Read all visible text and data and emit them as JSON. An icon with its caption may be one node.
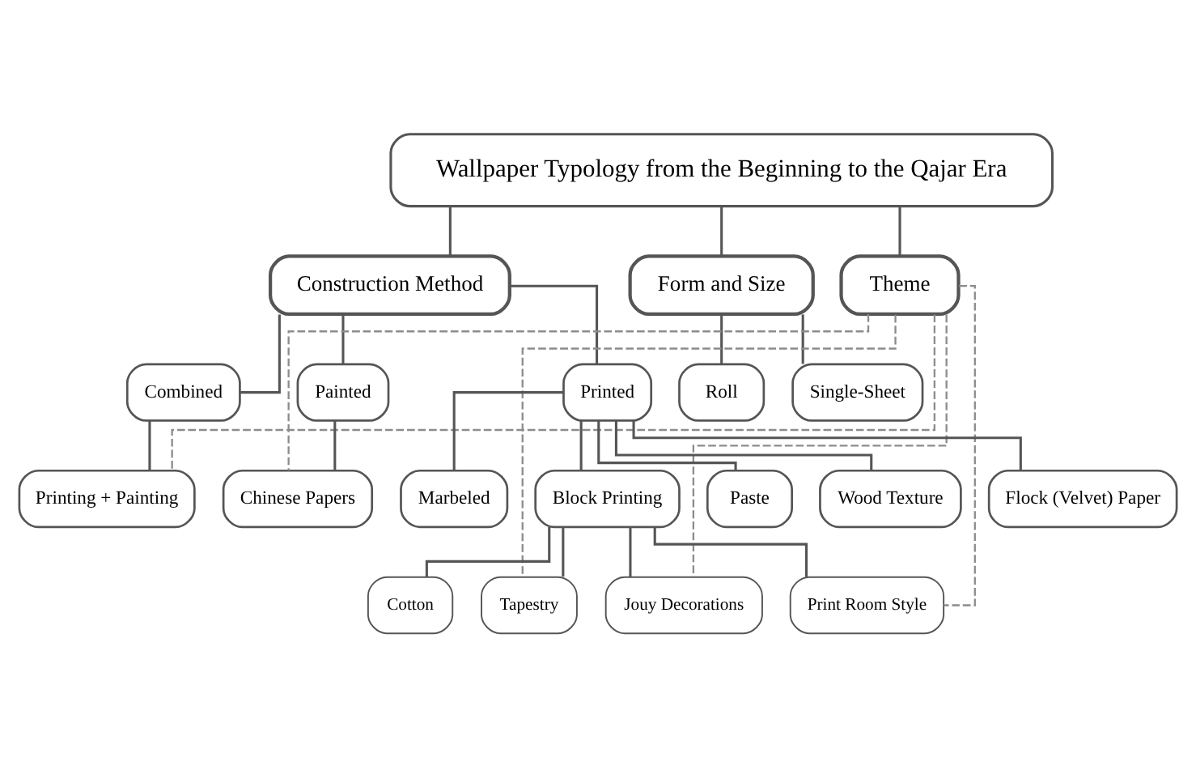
{
  "diagram": {
    "nodes": [
      {
        "text": [
          "Wallpaper Typology from the Beginning to the Qajar Era"
        ]
      },
      {
        "text": [
          "Construction Method"
        ]
      },
      {
        "text": [
          "Form and Size"
        ]
      },
      {
        "text": [
          "Theme"
        ]
      },
      {
        "text": [
          "Combined"
        ]
      },
      {
        "text": [
          "Painted"
        ]
      },
      {
        "text": [
          "Printed"
        ]
      },
      {
        "text": [
          "Roll"
        ]
      },
      {
        "text": [
          "Single-Sheet"
        ]
      },
      {
        "text": [
          "Printing + Painting"
        ]
      },
      {
        "text": [
          "Chinese Papers"
        ]
      },
      {
        "text": [
          "Marbeled"
        ]
      },
      {
        "text": [
          "Block Printing"
        ]
      },
      {
        "text": [
          "Paste"
        ]
      },
      {
        "text": [
          "Wood Texture"
        ]
      },
      {
        "text": [
          "Flock (Velvet) Paper"
        ]
      },
      {
        "text": [
          "Cotton"
        ]
      },
      {
        "text": [
          "Tapestry"
        ]
      },
      {
        "text": [
          "Jouy Decorations"
        ]
      },
      {
        "text": [
          "Print Room Style"
        ]
      }
    ],
    "edges": [
      {
        "from": 0,
        "to": 1,
        "arrow": "none"
      },
      {
        "from": 0,
        "to": 2,
        "arrow": "none"
      },
      {
        "from": 0,
        "to": 3,
        "arrow": "none"
      },
      {
        "from": 1,
        "to": 4,
        "arrow": "none"
      },
      {
        "from": 1,
        "to": 5,
        "arrow": "none"
      },
      {
        "from": 1,
        "to": 6,
        "arrow": "none"
      },
      {
        "from": 2,
        "to": 7,
        "arrow": "none"
      },
      {
        "from": 2,
        "to": 8,
        "arrow": "none"
      },
      {
        "from": 4,
        "to": 9,
        "arrow": "none"
      },
      {
        "from": 5,
        "to": 10,
        "arrow": "none"
      },
      {
        "from": 6,
        "to": 11,
        "arrow": "none"
      },
      {
        "from": 6,
        "to": 12,
        "arrow": "none"
      },
      {
        "from": 6,
        "to": 13,
        "arrow": "none"
      },
      {
        "from": 6,
        "to": 14,
        "arrow": "none"
      },
      {
        "from": 6,
        "to": 15,
        "arrow": "none"
      },
      {
        "from": 12,
        "to": 16,
        "arrow": "none"
      },
      {
        "from": 12,
        "to": 17,
        "arrow": "none"
      },
      {
        "from": 12,
        "to": 18,
        "arrow": "none"
      },
      {
        "from": 12,
        "to": 19,
        "arrow": "none"
      },
      {
        "from": 3,
        "to": 17,
        "arrow": "none",
        "style": "dashed",
        "color": "#8c8c8c"
      },
      {
        "from": 3,
        "to": 18,
        "arrow": "none",
        "style": "dashed",
        "color": "#8c8c8c"
      },
      {
        "from": 3,
        "to": 19,
        "arrow": "none",
        "style": "dashed",
        "color": "#8c8c8c"
      },
      {
        "from": 3,
        "to": 9,
        "arrow": "none",
        "style": "dashed",
        "color": "#8c8c8c"
      },
      {
        "from": 3,
        "to": 10,
        "arrow": "none",
        "style": "dashed",
        "color": "#8c8c8c"
      }
    ]
  }
}
